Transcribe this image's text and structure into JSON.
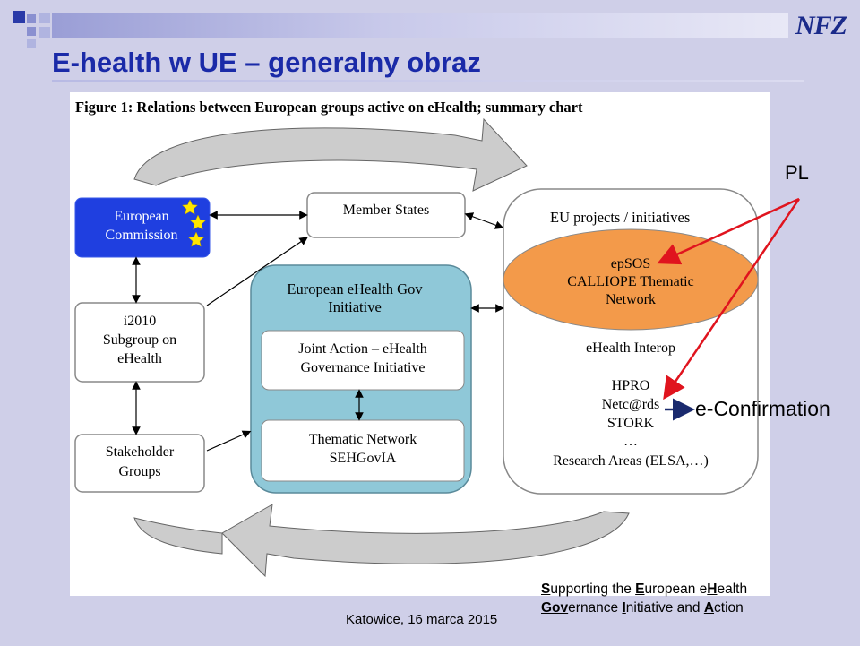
{
  "slide": {
    "title": "E-health w UE – generalny obraz",
    "logo_text": "NFZ",
    "footer": "Katowice, 16 marca 2015",
    "pl_label": "PL",
    "econfirmation_label": "e-Confirmation",
    "acronym": {
      "line1": [
        {
          "letter": "S",
          "rest": "upporting the "
        },
        {
          "letter": "E",
          "rest": "uropean e"
        },
        {
          "letter": "H",
          "rest": "ealth"
        }
      ],
      "line2": [
        {
          "letter": "Gov",
          "rest": "ernance "
        },
        {
          "letter": "I",
          "rest": "nitiative and "
        },
        {
          "letter": "A",
          "rest": "ction"
        }
      ]
    }
  },
  "figure": {
    "caption": "Figure 1: Relations between European groups active on eHealth; summary chart",
    "european_commission": [
      "European",
      "Commission"
    ],
    "member_states": "Member States",
    "i2010": [
      "i2010",
      "Subgroup on",
      "eHealth"
    ],
    "stakeholder": [
      "Stakeholder",
      "Groups"
    ],
    "gov_initiative": [
      "European eHealth Gov",
      "Initiative"
    ],
    "joint_action": [
      "Joint Action – eHealth",
      "Governance Initiative"
    ],
    "thematic_network": [
      "Thematic Network",
      "SEHGovIA"
    ],
    "eu_projects": "EU projects / initiatives",
    "epsos": [
      "epSOS",
      "CALLIOPE Thematic",
      "Network"
    ],
    "ehealth_interop": "eHealth Interop",
    "project_list": [
      "HPRO",
      "Netc@rds",
      "STORK",
      "…",
      "Research Areas (ELSA,…)"
    ]
  },
  "colors": {
    "slide_bg": "#cfcfe8",
    "title": "#1a2aa8",
    "commission_box": "#1f3fe0",
    "gov_initiative": "#8fc8d8",
    "epsos_ellipse": "#f39a4a",
    "arrow_red": "#e0141e",
    "arrow_navy": "#1a2a6e"
  },
  "icons": [
    "star-icon",
    "red-arrow",
    "navy-arrow"
  ]
}
